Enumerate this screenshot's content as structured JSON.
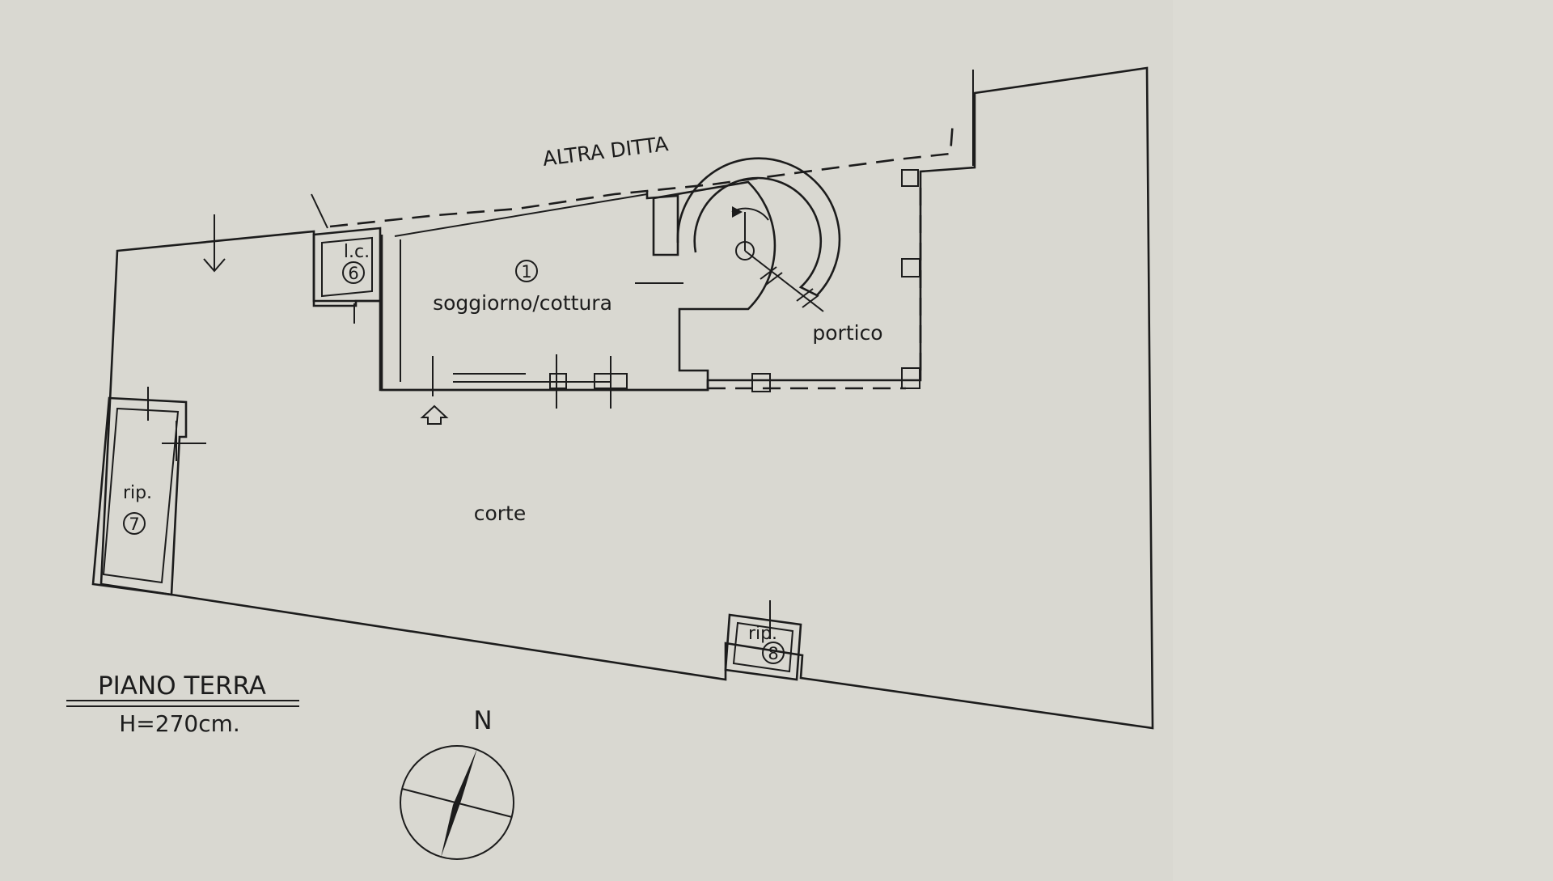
{
  "neighbor_label": "ALTRA DITTA",
  "rooms": {
    "living": {
      "number": "1",
      "name": "soggiorno/cottura"
    },
    "lc": {
      "name": "l.c.",
      "number": "6"
    },
    "storage_left": {
      "name": "rip.",
      "number": "7"
    },
    "storage_bottom": {
      "name": "rip.",
      "number": "8"
    },
    "portico": {
      "name": "portico"
    },
    "court": {
      "name": "corte"
    }
  },
  "floor": {
    "title": "PIANO TERRA",
    "height": "H=270cm."
  },
  "compass": {
    "north_label": "N"
  },
  "colors": {
    "paper": "#d9d8d1",
    "ink": "#1c1c1c"
  }
}
